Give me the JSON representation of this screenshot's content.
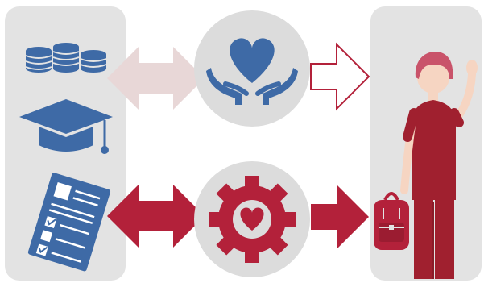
{
  "palette": {
    "panel": "#e3e3e3",
    "circle": "#dcdcdc",
    "blue": "#3e6aa6",
    "crimson": "#b3213a",
    "pale_arrow": "#e8d7d7",
    "skin": "#f6d5c2",
    "hair": "#c9536a"
  },
  "icons": {
    "left_panel": [
      "coins-icon",
      "graduation-cap-icon",
      "checklist-document-icon"
    ],
    "top_circle": "heart-in-hands-icon",
    "bottom_circle": "gear-heart-icon",
    "right_panel": [
      "person-waving-icon",
      "backpack-icon"
    ],
    "arrows": [
      "double-arrow-pale-top",
      "outline-arrow-right-top",
      "double-arrow-red-bottom",
      "solid-arrow-right-bottom"
    ]
  }
}
